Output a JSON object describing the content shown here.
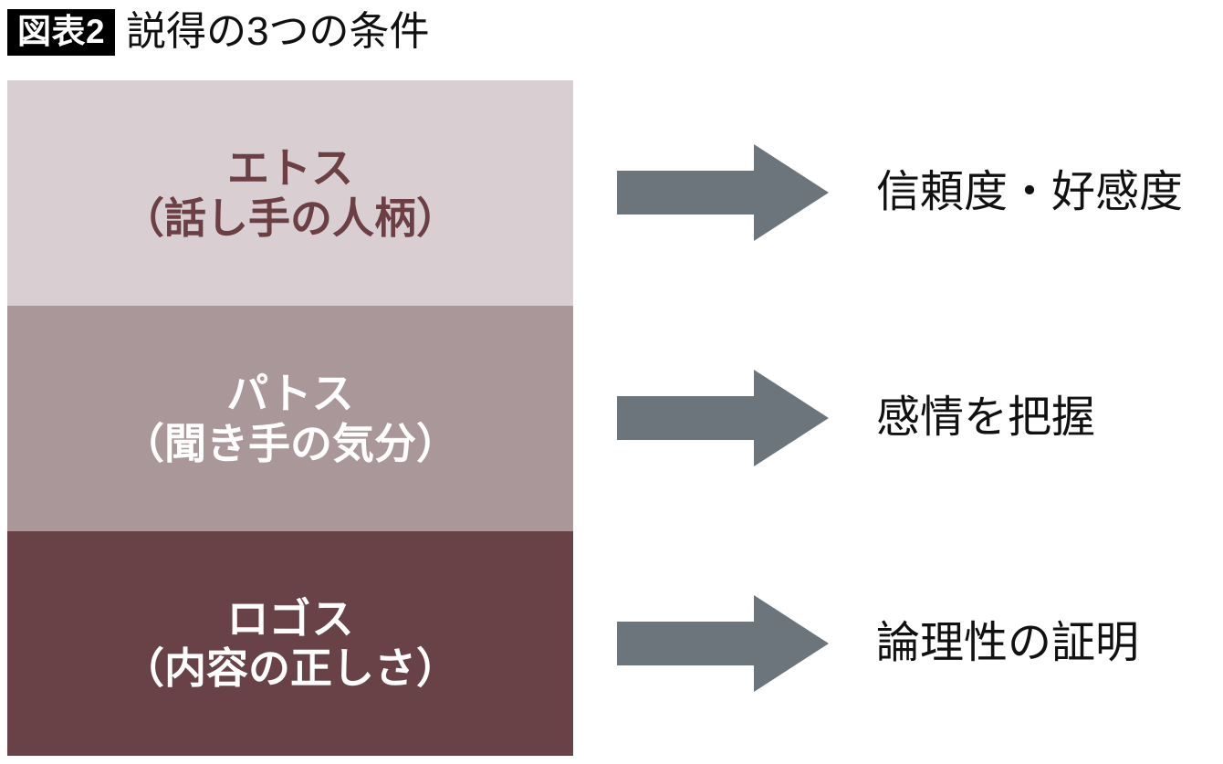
{
  "header": {
    "badge_label": "図表2",
    "title": "説得の3つの条件"
  },
  "colors": {
    "badge_background": "#000000",
    "badge_text": "#ffffff",
    "title_text": "#111111",
    "arrow": "#6b757b",
    "arrow_label_text": "#111111",
    "page_background": "#ffffff"
  },
  "diagram": {
    "type": "stacked-blocks-with-arrows",
    "blocks": [
      {
        "name": "ethos",
        "line1": "エトス",
        "line2": "（話し手の人柄）",
        "background": "#d9cfd3",
        "text_color": "#6b3f43",
        "arrow_icon": "right-arrow-icon",
        "arrow_label": "信頼度・好感度"
      },
      {
        "name": "pathos",
        "line1": "パトス",
        "line2": "（聞き手の気分）",
        "background": "#a9979a",
        "text_color": "#ffffff",
        "arrow_icon": "right-arrow-icon",
        "arrow_label": "感情を把握"
      },
      {
        "name": "logos",
        "line1": "ロゴス",
        "line2": "（内容の正しさ）",
        "background": "#684246",
        "text_color": "#ffffff",
        "arrow_icon": "right-arrow-icon",
        "arrow_label": "論理性の証明"
      }
    ]
  }
}
